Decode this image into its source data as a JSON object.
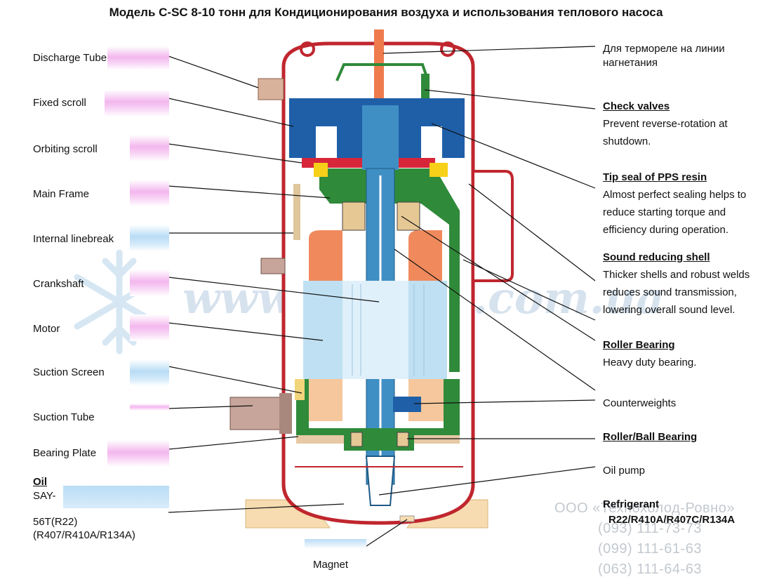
{
  "title": "Модель C-SC 8-10 тонн для Кондиционирования воздуха и использования теплового насоса",
  "left_labels": {
    "discharge_tube": "Discharge Tube",
    "fixed_scroll": "Fixed scroll",
    "orbiting_scroll": "Orbiting scroll",
    "main_frame": "Main Frame",
    "internal_linebreak": "Internal linebreak",
    "crankshaft": "Crankshaft",
    "motor": "Motor",
    "suction_screen": "Suction Screen",
    "suction_tube": "Suction Tube",
    "bearing_plate": "Bearing Plate"
  },
  "oil": {
    "heading": "Oil",
    "line1": "SAY-",
    "line2": "56T(R22)",
    "line3": "(R407/R410A/R134A)"
  },
  "magnet": "Magnet",
  "right_labels": {
    "thermo_relay": "Для термореле на линии нагнетания",
    "check_valves_title": "Check valves",
    "check_valves_text": "Prevent reverse-rotation at shutdown.",
    "tip_seal_title": "Tip seal of PPS resin",
    "tip_seal_text": "Almost perfect sealing helps to reduce starting torque and efficiency during operation.",
    "sound_shell_title": "Sound reducing shell",
    "sound_shell_text": "Thicker shells and robust welds reduces sound transmission, lowering overall sound level.",
    "roller_bearing_title": "Roller Bearing",
    "roller_bearing_text": "Heavy duty bearing.",
    "counterweights": "Counterweights",
    "roller_ball_title": "Roller/Ball Bearing",
    "oil_pump": "Oil pump",
    "refrigerant_title": "Refrigerant",
    "refrigerant_text": "R22/R410A/R407C/R134A"
  },
  "watermark": "www.pholod.com.ua",
  "contacts": {
    "company": "ООО «Технохолод-Ровно»",
    "phone1": "(093) 111-73-73",
    "phone2": "(099) 111-61-63",
    "phone3": "(063) 111-64-63"
  },
  "colors": {
    "shell": "#c0262e",
    "scroll_blue": "#1f5fa8",
    "frame_green": "#2f8a3a",
    "shaft_blue": "#3f8fc4",
    "motor_orange": "#f08a5d",
    "motor_core": "#bfe0f2",
    "base": "#f6dcb0"
  }
}
